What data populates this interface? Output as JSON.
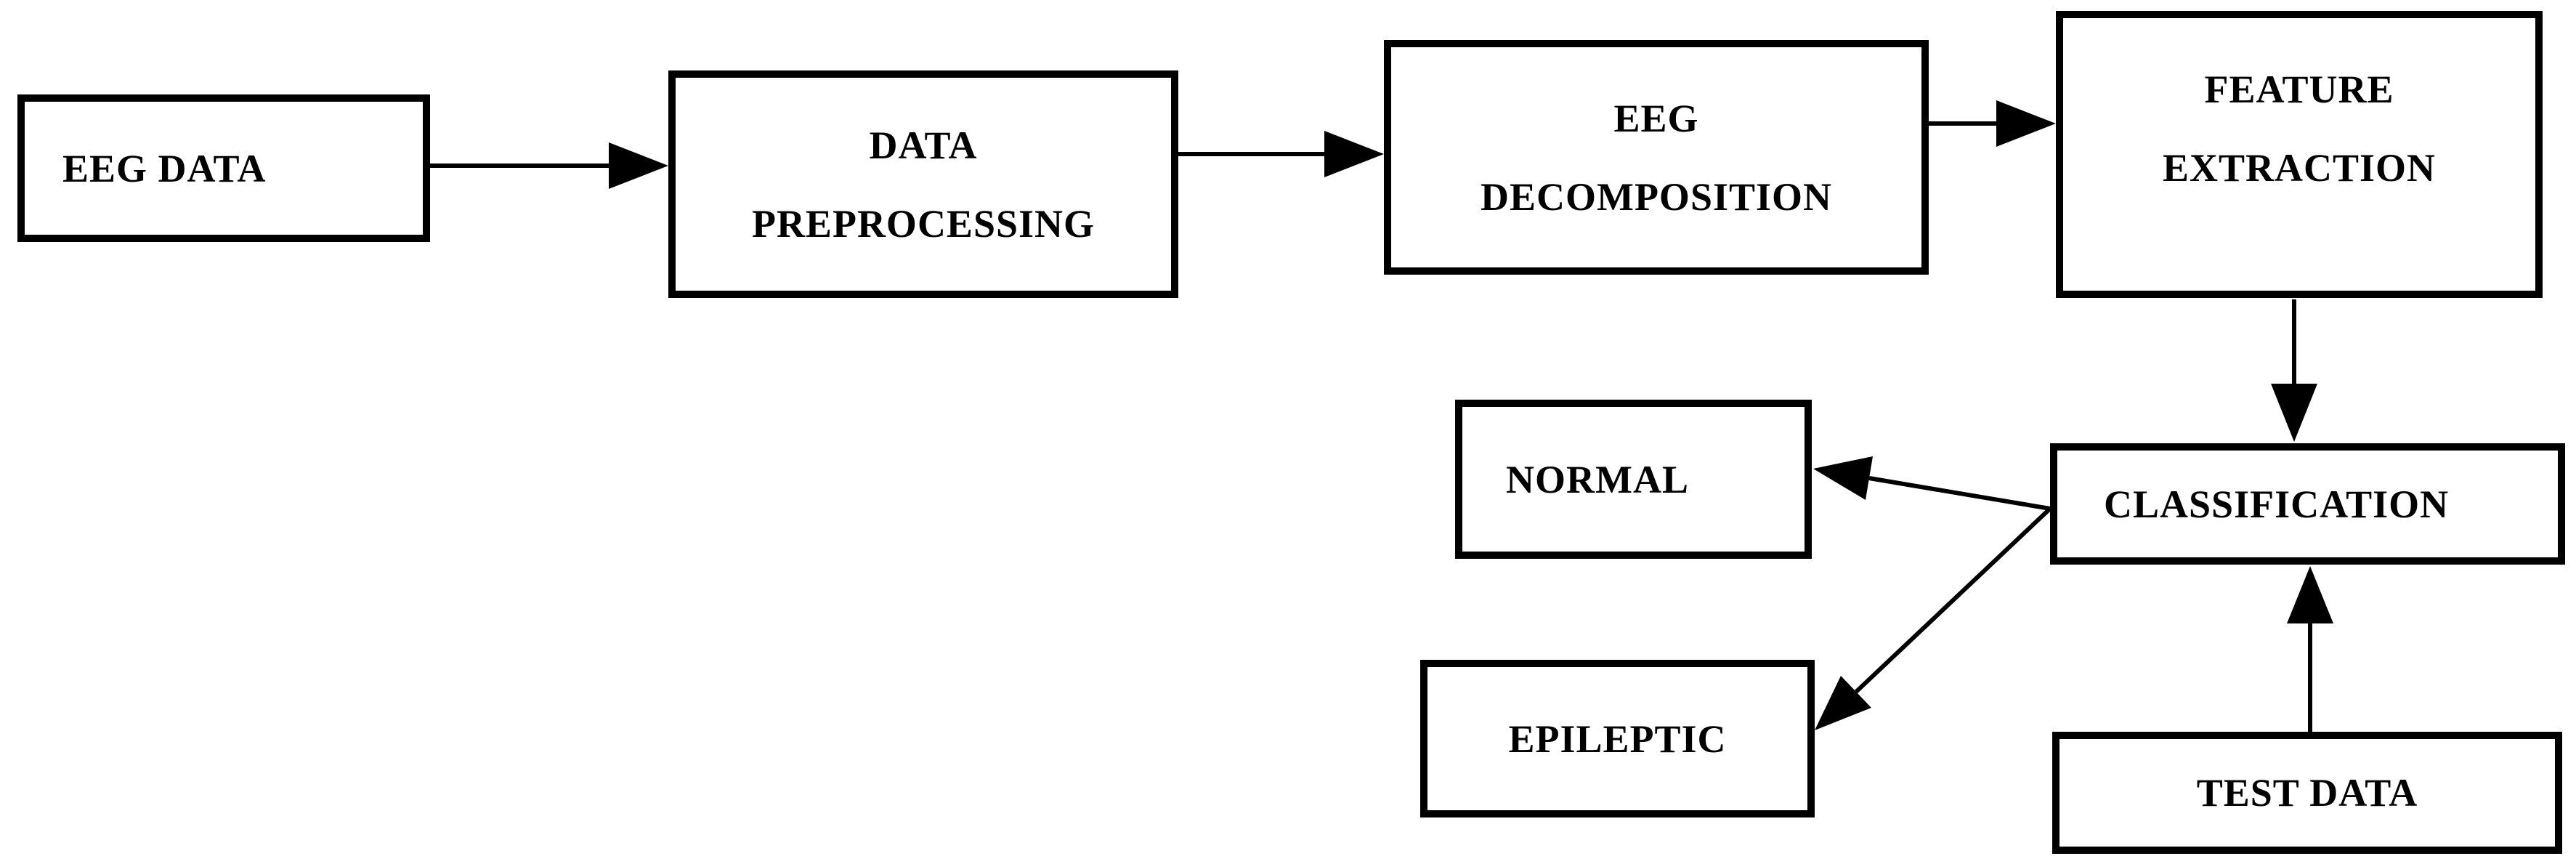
{
  "figure": {
    "type": "flowchart",
    "background_color": "#ffffff",
    "line_color": "#000000",
    "description": "EEG epileptic seizure classification pipeline flowchart"
  },
  "nodes": {
    "eeg_data": {
      "lines": [
        "EEG DATA"
      ]
    },
    "data_preprocessing": {
      "lines": [
        "DATA",
        "PREPROCESSING"
      ]
    },
    "eeg_decomposition": {
      "lines": [
        "EEG",
        "DECOMPOSITION"
      ]
    },
    "feature_extraction": {
      "lines": [
        "FEATURE",
        "EXTRACTION"
      ]
    },
    "classification": {
      "lines": [
        "CLASSIFICATION"
      ]
    },
    "normal": {
      "lines": [
        "NORMAL"
      ]
    },
    "epileptic": {
      "lines": [
        "EPILEPTIC"
      ]
    },
    "test_data": {
      "lines": [
        "TEST DATA"
      ]
    }
  },
  "connections": [
    {
      "from": "EEG DATA",
      "to": "DATA PREPROCESSING"
    },
    {
      "from": "DATA PREPROCESSING",
      "to": "EEG DECOMPOSITION"
    },
    {
      "from": "EEG DECOMPOSITION",
      "to": "FEATURE EXTRACTION"
    },
    {
      "from": "FEATURE EXTRACTION",
      "to": "CLASSIFICATION"
    },
    {
      "from": "CLASSIFICATION",
      "to": "NORMAL"
    },
    {
      "from": "CLASSIFICATION",
      "to": "EPILEPTIC"
    },
    {
      "from": "TEST DATA",
      "to": "CLASSIFICATION"
    }
  ]
}
